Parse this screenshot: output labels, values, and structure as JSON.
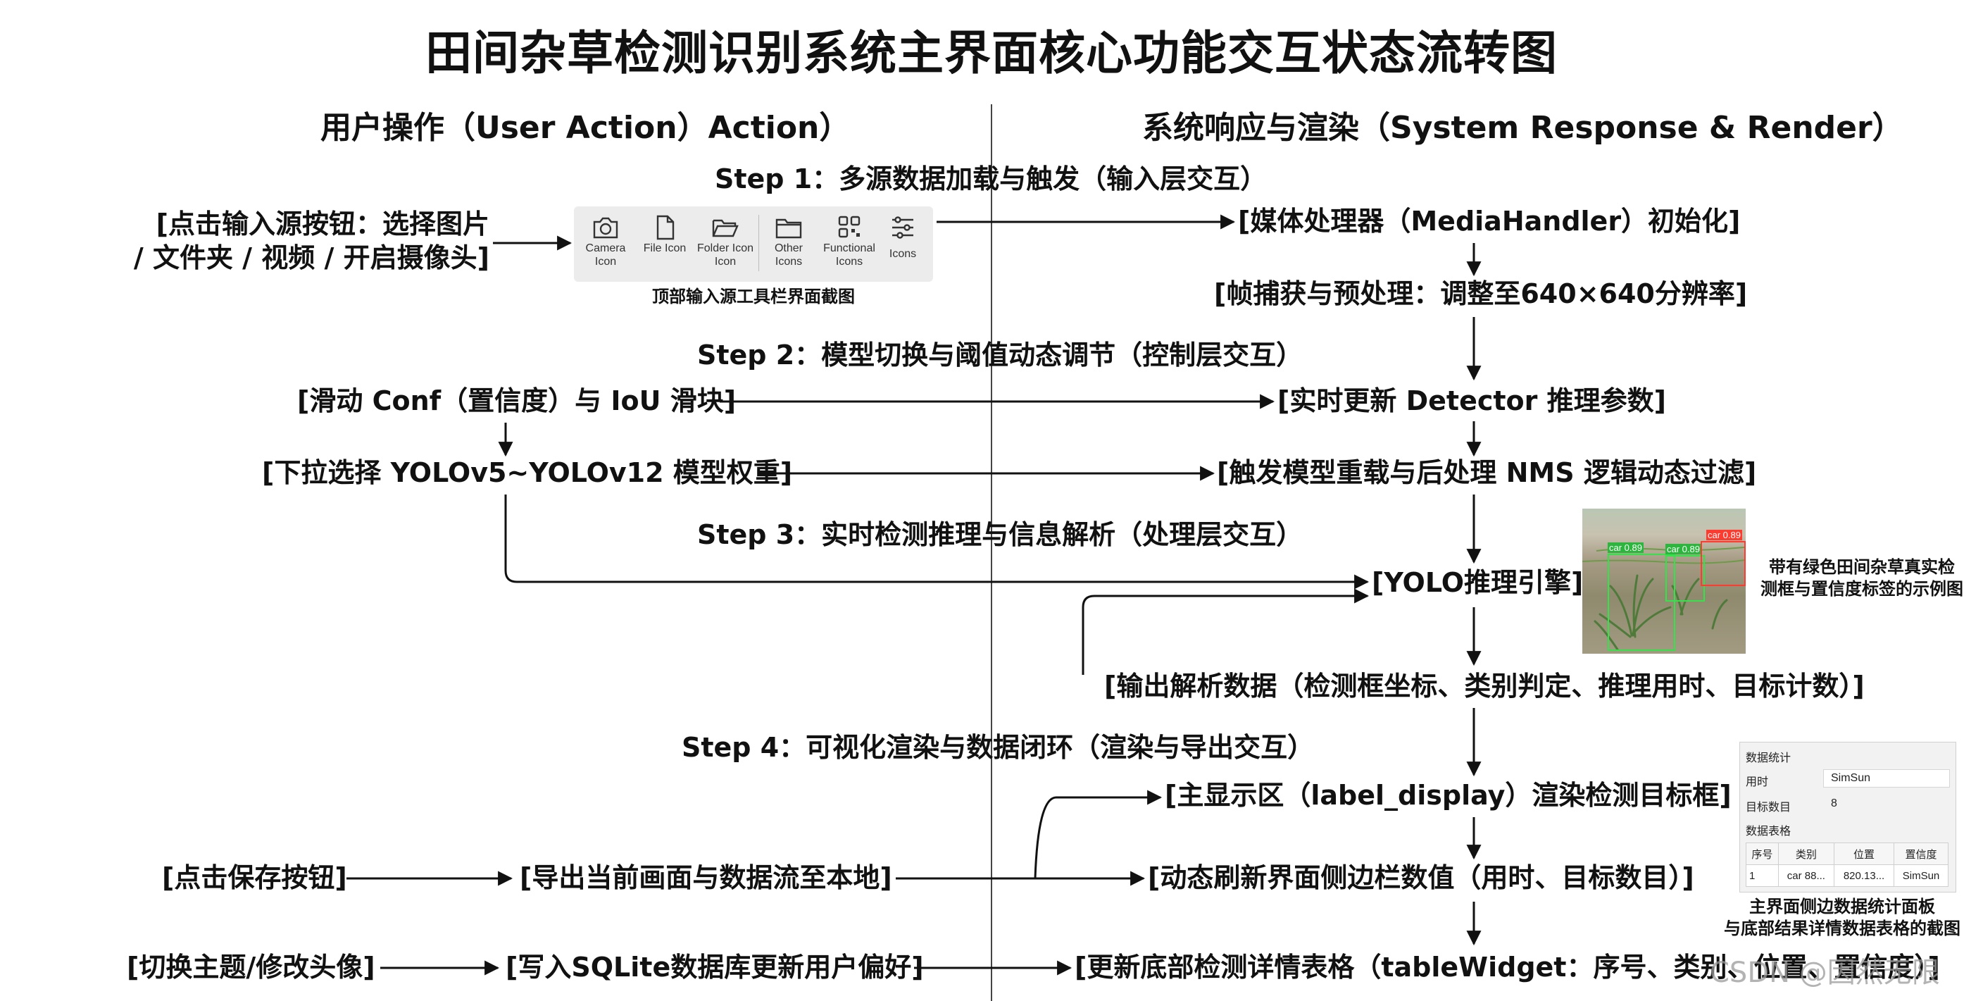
{
  "title": "田间杂草检测识别系统主界面核心功能交互状态流转图",
  "columns": {
    "left": "用户操作（User Action）Action）",
    "right": "系统响应与渲染（System Response & Render）"
  },
  "steps": {
    "s1": "Step 1：多源数据加载与触发（输入层交互）",
    "s2": "Step 2：模型切换与阈值动态调节（控制层交互）",
    "s3": "Step 3：实时检测推理与信息解析（处理层交互）",
    "s4": "Step 4：可视化渲染与数据闭环（渲染与导出交互）"
  },
  "user_actions": {
    "input_source_line1": "[点击输入源按钮：选择图片",
    "input_source_line2": "/ 文件夹 / 视频 / 开启摄像头]",
    "slider": "[滑动 Conf（置信度）与 IoU 滑块]",
    "model_select": "[下拉选择 YOLOv5~YOLOv12 模型权重]",
    "save_click": "[点击保存按钮]",
    "export": "[导出当前画面与数据流至本地]",
    "theme": "[切换主题/修改头像]",
    "sqlite": "[写入SQLite数据库更新用户偏好]"
  },
  "system_responses": {
    "media_init": "[媒体处理器（MediaHandler）初始化]",
    "frame_preprocess": "[帧捕获与预处理：调整至640×640分辨率]",
    "detector_update": "[实时更新 Detector 推理参数]",
    "model_reload": "[触发模型重载与后处理 NMS 逻辑动态过滤]",
    "yolo_engine": "[YOLO推理引擎]",
    "parse_output": "[输出解析数据（检测框坐标、类别判定、推理用时、目标计数）]",
    "main_display": "[主显示区（label_display）渲染检测目标框]",
    "sidebar_refresh": "[动态刷新界面侧边栏数值（用时、目标数目）]",
    "table_update": "[更新底部检测详情表格（tableWidget：序号、类别、位置、置信度）]"
  },
  "toolbar": {
    "caption": "顶部输入源工具栏界面截图",
    "items": [
      {
        "icon": "camera-icon",
        "label1": "Camera",
        "label2": "Icon"
      },
      {
        "icon": "file-icon",
        "label1": "File Icon",
        "label2": ""
      },
      {
        "icon": "folder-icon",
        "label1": "Folder Icon",
        "label2": "Icon"
      },
      {
        "icon": "folder-outline-icon",
        "label1": "Other",
        "label2": "Icons"
      },
      {
        "icon": "functional-grid-icon",
        "label1": "Functional",
        "label2": "Icons"
      },
      {
        "icon": "sliders-icon",
        "label1": "Icons",
        "label2": ""
      }
    ]
  },
  "example_image": {
    "caption_line1": "带有绿色田间杂草真实检",
    "caption_line2": "测框与置信度标签的示例图",
    "labels": {
      "a": "car 0.89",
      "b": "car 0.89",
      "c": "car 0.89"
    }
  },
  "stats_panel": {
    "section_title": "数据统计",
    "time_label": "用时",
    "time_value": "SimSun",
    "count_label": "目标数目",
    "count_value": "8",
    "table_title": "数据表格",
    "table_headers": [
      "序号",
      "类别",
      "位置",
      "置信度"
    ],
    "table_row": [
      "1",
      "car 88...",
      "820.13...",
      "SimSun"
    ],
    "caption_line1": "主界面侧边数据统计面板",
    "caption_line2": "与底部结果详情数据表格的截图"
  },
  "watermark": "CSDN @因然无限"
}
